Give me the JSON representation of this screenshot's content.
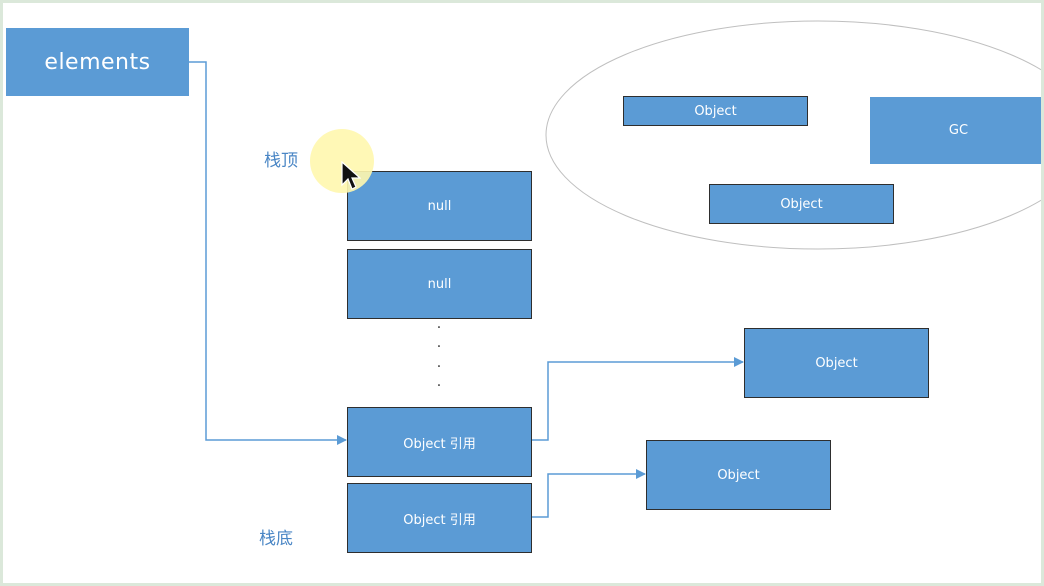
{
  "colors": {
    "box_fill": "#5b9bd5",
    "box_text": "#ffffff",
    "label_text": "#4a86c5",
    "line": "#5b9bd5",
    "frame_border": "#dbe8da"
  },
  "header": {
    "elements_label": "elements"
  },
  "labels": {
    "stack_top": "栈顶",
    "stack_bottom": "栈底"
  },
  "stack": {
    "cells": [
      "null",
      "null",
      "Object 引用",
      "Object 引用"
    ],
    "ellipsis": [
      "·",
      "·",
      "·",
      "·"
    ]
  },
  "referenced_objects": [
    "Object",
    "Object"
  ],
  "gc_zone": {
    "objects": [
      "Object",
      "Object"
    ],
    "gc_label": "GC"
  },
  "cursor": {
    "icon": "arrow-pointer-icon",
    "highlight_color": "#fff7ae"
  }
}
